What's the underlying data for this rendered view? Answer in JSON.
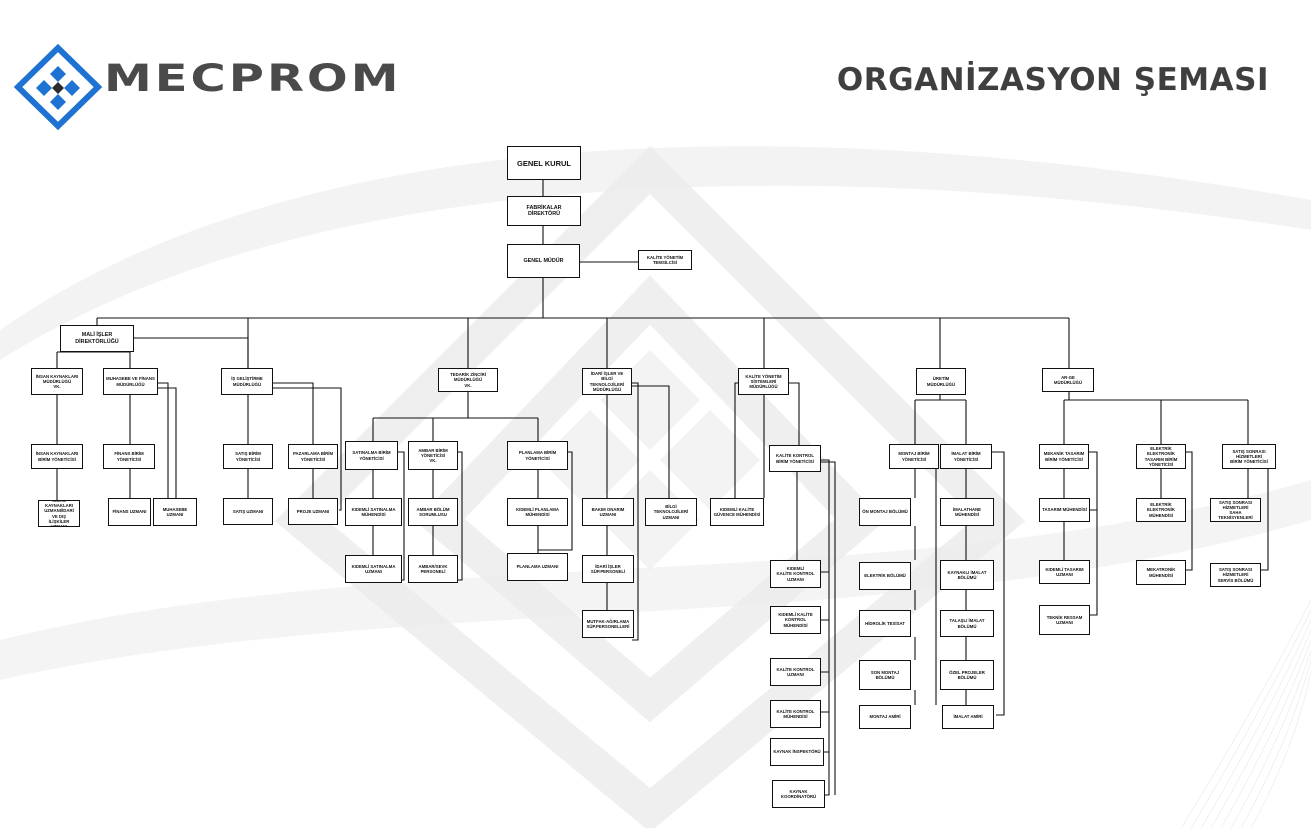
{
  "header": {
    "brand": "MECPROM",
    "title": "ORGANİZASYON ŞEMASI",
    "brand_color": "#1e73d2"
  },
  "chart": {
    "genel_kurul": "GENEL KURUL",
    "fabrikalar_direktoru": "FABRİKALAR DİREKTÖRÜ",
    "genel_mudur": "GENEL MÜDÜR",
    "kalite_temsilcisi": "KALİTE YÖNETİM TEMSİLCİSİ",
    "mali_isler": "MALİ İŞLER DİREKTÖRLÜĞÜ",
    "insan_kaynaklari_md": "İNSAN KAYNAKLARI\nMÜDÜRLÜĞÜ\nVK.",
    "insan_kaynaklari_by": "İNSAN KAYNAKLARI\nBİRİM YÖNETİCİSİ",
    "ik_uzmani": "İNSAN KAYNAKLARI\nUZMANI/İDARİ\nVE DIŞ İLİŞKİLER UZMANI",
    "muhasebe_finans_md": "MUHASEBE VE FİNANS\nMÜDÜRLÜĞÜ",
    "finans_by": "FİNANS BİRİM\nYÖNETİCİSİ",
    "finans_uzmani": "FİNANS UZMANI",
    "muhasebe_uzmani": "MUHASEBE UZMANI",
    "is_gelistirme_md": "İŞ GELİŞTİRME\nMÜDÜRLÜĞÜ",
    "satis_by": "SATIŞ BİRİM\nYÖNETİCİSİ",
    "satis_uzmani": "SATIŞ UZMANI",
    "pazarlama_by": "PAZARLAMA BİRİM\nYÖNETİCİSİ",
    "proje_uzmani": "PROJE UZMANI",
    "tedarik_zinciri_md": "TEDARİK ZİNCİRİ\nMÜDÜRLÜĞÜ\nVK.",
    "satinalma_by": "SATINALMA BİRİM\nYÖNETİCİSİ",
    "kidemli_satinalma_muh": "KIDEMLİ SATINALMA\nMÜHENDİSİ",
    "kidemli_satinalma_uzm": "KIDEMLİ SATINALMA\nUZMANI",
    "ambar_by": "AMBAR BİRİM\nYÖNETİCİSİ\nVK.",
    "ambar_bolum_sorumlusu": "AMBAR BÖLÜM\nSORUMLUSU",
    "ambar_personeli": "AMBAR/SEVK\nPERSONELİ",
    "planlama_by": "PLANLAMA BİRİM\nYÖNETİCİSİ",
    "kidemli_planlama_muh": "KIDEMLİ PLANLAMA\nMÜHENDİSİ",
    "planlama_uzmani": "PLANLAMA UZMANI",
    "idari_isler_md": "İDARİ İŞLER VE BİLGİ\nTEKNOLOJİLERİ\nMÜDÜRLÜĞÜ",
    "bakim_onarim_uzmani": "BAKIM ONARIM\nUZMANI",
    "idari_isler_personeli": "İDARİ İŞLER\nSÜP.PERSONELİ",
    "mutfak_personeli": "MUTFAK-AĞIRLAMA\nSÜP.PERSONELLERİ",
    "bilgi_teknolojileri_uzmani": "BİLGİ TEKNOLOJİLERİ\nUZMANI",
    "kalite_yonetim_md": "KALİTE YÖNETİM\nSİSTEMLERİ MÜDÜRLÜĞÜ",
    "kalite_guvence_muh": "KIDEMLİ KALİTE\nGÜVENCE MÜHENDİSİ",
    "kalite_kontrol_by": "KALİTE KONTROL\nBİRİM YÖNETİCİSİ",
    "kidemli_kk_uzmani": "KIDEMLİ\nKALİTE KONTROL UZMANI",
    "kidemli_kk_muh": "KIDEMLİ KALİTE KONTROL\nMÜHENDİSİ",
    "kk_uzmani": "KALİTE KONTROL\nUZMANI",
    "kk_muhendisi": "KALİTE KONTROL\nMÜHENDİSİ",
    "kaynak_inspektoru": "KAYNAK İNSPEKTÖRÜ",
    "kaynak_koordinatoru": "KAYNAK KOORDİNATÖRÜ",
    "uretim_md": "ÜRETİM\nMÜDÜRLÜĞÜ",
    "montaj_by": "MONTAJ BİRİM\nYÖNETİCİSİ",
    "on_montaj": "ÖN MONTAJ BÖLÜMÜ",
    "elektrik_bolumu": "ELEKTRİK BÖLÜMÜ",
    "hidrolik_tesisat": "HİDROLİK TESİSAT",
    "son_montaj": "SON MONTAJ BÖLÜMÜ",
    "montaj_amiri": "MONTAJ AMİRİ",
    "imalat_by": "İMALAT BİRİM\nYÖNETİCİSİ",
    "imalathane_muh": "İMALATHANE\nMÜHENDİSİ",
    "kaynakli_imalat": "KAYNAKLI İMALAT\nBÖLÜMÜ",
    "talasli_imalat": "TALAŞLI İMALAT\nBÖLÜMÜ",
    "ozel_projeler": "ÖZEL PROJELER\nBÖLÜMÜ",
    "imalat_amiri": "İMALAT AMİRİ",
    "arge_md": "AR-GE\nMÜDÜRLÜĞÜ",
    "mekanik_tasarim_by": "MEKANİK TASARIM\nBİRİM YÖNETİCİSİ",
    "tasarim_muhendisi": "TASARIM MÜHENDİSİ",
    "kidemli_tasarim_uzmani": "KIDEMLİ TASARIM\nUZMANI",
    "teknik_resim_uzmani": "TEKNİK RESSAM\nUZMANI",
    "elektrik_tasarim_by": "ELEKTRİK ELEKTRONİK\nTASARIM BİRİM YÖNETİCİSİ",
    "elektrik_elektronik_muh": "ELEKTRİK ELEKTRONİK\nMÜHENDİSİ",
    "mekatronik_muh": "MEKATRONİK\nMÜHENDİSİ",
    "satis_sonrasi_by": "SATIŞ SONRASI HİZMETLERİ\nBİRİM YÖNETİCİSİ",
    "satis_sonrasi_teknisyen": "SATIŞ SONRASI HİZMETLERİ\nSAHA TEKNİSYENLERİ",
    "satis_sonrasi_servis": "SATIŞ SONRASI HİZMETLERİ\nSERVİS BÖLÜMÜ"
  }
}
